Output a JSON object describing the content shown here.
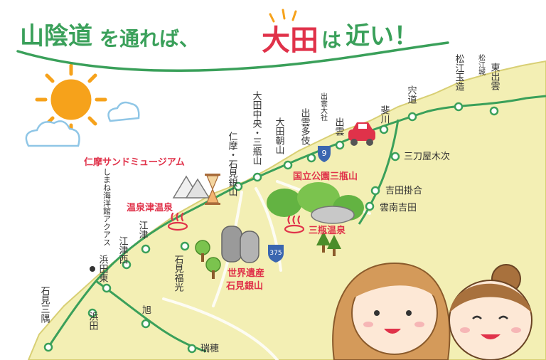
{
  "title": {
    "part1": "山陰道",
    "part2": "を通れば、",
    "part3": "大田",
    "part4": "は",
    "part5": "近い！"
  },
  "colors": {
    "title_green": "#3aa05a",
    "title_red": "#e0324a",
    "land": "#f3efb4",
    "land_edge": "#d8cf74",
    "sea": "#ffffff",
    "rail": "#3aa05a",
    "road": "#f6f2c6",
    "accent_red": "#e0324a",
    "text_dark": "#333333",
    "sun": "#f6a21b",
    "cloud_edge": "#8fc6e6"
  },
  "stations": {
    "matsue_tamatsukuri": "松江玉造",
    "higashi_izumo": "東出雲",
    "shinji": "宍道",
    "hikawa": "斐川",
    "izumo": "出雲",
    "izumo_taki": "出雲多伎",
    "oda_asayama": "大田朝山",
    "oda_chuo_sanbesan": "大田中央・三瓶山",
    "nima_iwami_ginzan": "仁摩・石見銀山",
    "iwami_fukumitsu": "石見福光",
    "gotsu": "江津",
    "gotsu_nishi": "江津西",
    "hamada_higashi": "浜田東",
    "hamada": "浜田",
    "iwami_misumi": "石見三隅",
    "asahi": "旭",
    "mizuho": "瑞穂",
    "mitoya_kisuki": "三刀屋木次",
    "yoshida_kakeai": "吉田掛合",
    "unnan_yoshida": "雲南吉田",
    "aquas": "しまね海洋館アクアス"
  },
  "landmarks": {
    "matsue_castle": "松江城",
    "izumo_taisha": "出雲大社",
    "nima_sand_museum": "仁摩サンドミュージアム",
    "yunotsu_onsen": "温泉津温泉",
    "sanbe_national_park": "国立公園三瓶山",
    "sanbe_onsen": "三瓶温泉",
    "world_heritage": "世界遺産",
    "iwami_ginzan": "石見銀山"
  },
  "routes": {
    "route_9": "9",
    "route_375": "375"
  }
}
